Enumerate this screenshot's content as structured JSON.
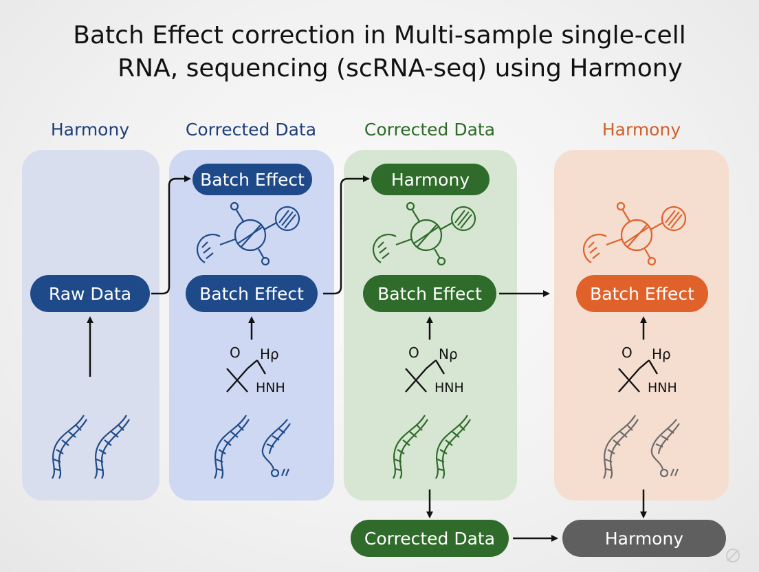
{
  "title": {
    "line1": "Batch Effect correction in Multi-sample single-cell",
    "line2": "RNA, sequencing (scRNA-seq) using Harmony"
  },
  "columns": [
    {
      "label": "Harmony",
      "main_node": "Raw Data",
      "color": "#1f4a8a"
    },
    {
      "label": "Corrected Data",
      "top_node": "Batch Effect",
      "main_node": "Batch Effect",
      "color": "#1f4a8a",
      "chem": {
        "o": "O",
        "top": "Hρ",
        "bottom": "HNH"
      }
    },
    {
      "label": "Corrected Data",
      "top_node": "Harmony",
      "main_node": "Batch Effect",
      "color": "#2f6b2a",
      "chem": {
        "o": "O",
        "top": "Nρ",
        "bottom": "HNH"
      }
    },
    {
      "label": "Harmony",
      "main_node": "Batch Effect",
      "color": "#e0622a",
      "chem": {
        "o": "O",
        "top": "Hρ",
        "bottom": "HNH"
      }
    }
  ],
  "bottom_nodes": {
    "left": "Corrected Data",
    "right": "Harmony"
  },
  "colors": {
    "blue": "#1f4a8a",
    "green": "#2f6b2a",
    "orange": "#e0622a",
    "gray": "#5f5f5f",
    "panel_blue": "#d9deee",
    "panel_blue2": "#cfd8f2",
    "panel_green": "#d7e6d3",
    "panel_orange": "#f5ddd0"
  }
}
